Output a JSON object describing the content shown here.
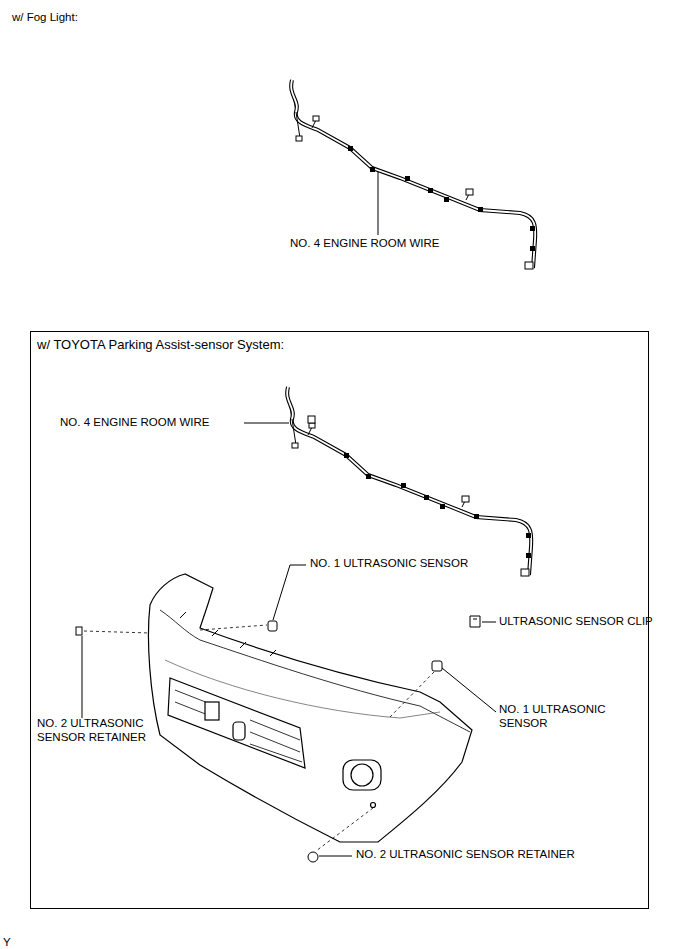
{
  "diagram": {
    "nodes": [
      {
        "text": [
          "w/ TOYOTA Parking Assist-sensor System:"
        ]
      }
    ],
    "labels": [
      "w/ Fog Light:",
      "NO. 4 ENGINE ROOM WIRE",
      "NO. 4 ENGINE ROOM WIRE",
      "NO. 1 ULTRASONIC SENSOR",
      "ULTRASONIC SENSOR CLIP",
      "NO. 1 ULTRASONIC SENSOR",
      "NO. 2 ULTRASONIC SENSOR RETAINER",
      "NO. 2 ULTRASONIC SENSOR RETAINER",
      "Y"
    ]
  }
}
